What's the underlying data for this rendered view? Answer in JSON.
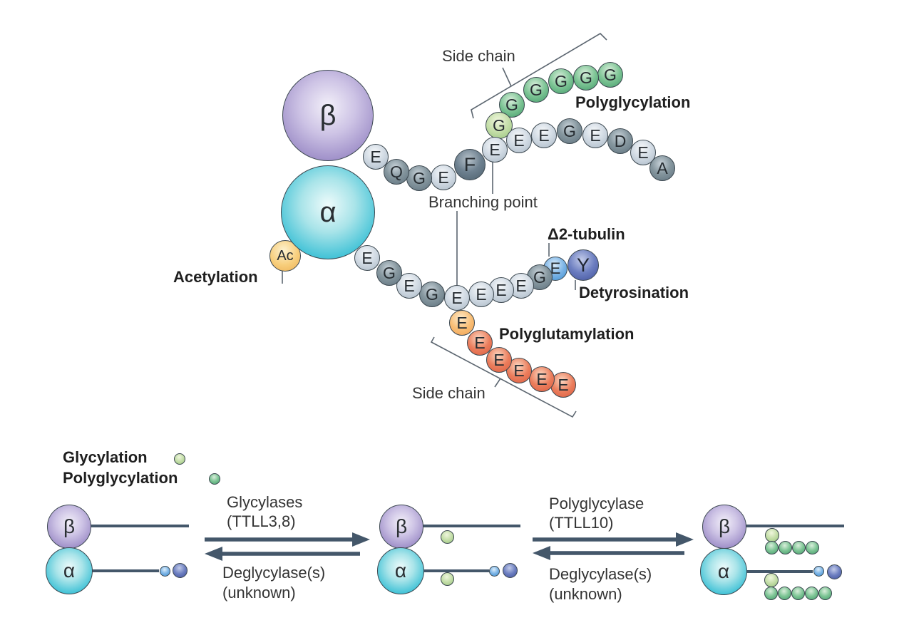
{
  "top": {
    "beta": "β",
    "alpha": "α",
    "ac": "Ac",
    "beta_chain": [
      "E",
      "Q",
      "G",
      "E",
      "F",
      "E",
      "E",
      "E",
      "G",
      "E",
      "D",
      "E",
      "A"
    ],
    "glycyl_chain": [
      "G",
      "G",
      "G",
      "G",
      "G",
      "G"
    ],
    "alpha_chain": [
      "E",
      "G",
      "E",
      "G",
      "E",
      "E",
      "E",
      "E",
      "G",
      "E",
      "Y"
    ],
    "glutamyl_chain": [
      "E",
      "E",
      "E",
      "E",
      "E",
      "E"
    ],
    "labels": {
      "side_chain_top": "Side chain",
      "polyglycylation": "Polyglycylation",
      "branching_point": "Branching point",
      "acetylation": "Acetylation",
      "delta2_tubulin": "Δ2-tubulin",
      "detyrosination": "Detyrosination",
      "polyglutamylation": "Polyglutamylation",
      "side_chain_bottom": "Side chain"
    }
  },
  "bottom": {
    "legend": {
      "glycylation": "Glycylation",
      "polyglycylation": "Polyglycylation"
    },
    "dimers": [
      {
        "beta": "β",
        "alpha": "α"
      },
      {
        "beta": "β",
        "alpha": "α"
      },
      {
        "beta": "β",
        "alpha": "α"
      }
    ],
    "reactions": [
      {
        "forward1": "Glycylases",
        "forward2": "(TTLL3,8)",
        "reverse1": "Deglycylase(s)",
        "reverse2": "(unknown)"
      },
      {
        "forward1": "Polyglycylase",
        "forward2": "(TTLL10)",
        "reverse1": "Deglycylase(s)",
        "reverse2": "(unknown)"
      }
    ]
  },
  "colors": {
    "purple": "#8a7abc",
    "cyan": "#10accb",
    "residue_light": "#c3cedb",
    "residue_dark": "#5f727e",
    "green": "#48a06f",
    "light_green": "#b5d79c",
    "blue": "#3e90d2",
    "navy": "#41519c",
    "orange": "#f1a053",
    "red": "#da5c3f",
    "gold": "#eeb053",
    "line_slate": "#44576a"
  }
}
